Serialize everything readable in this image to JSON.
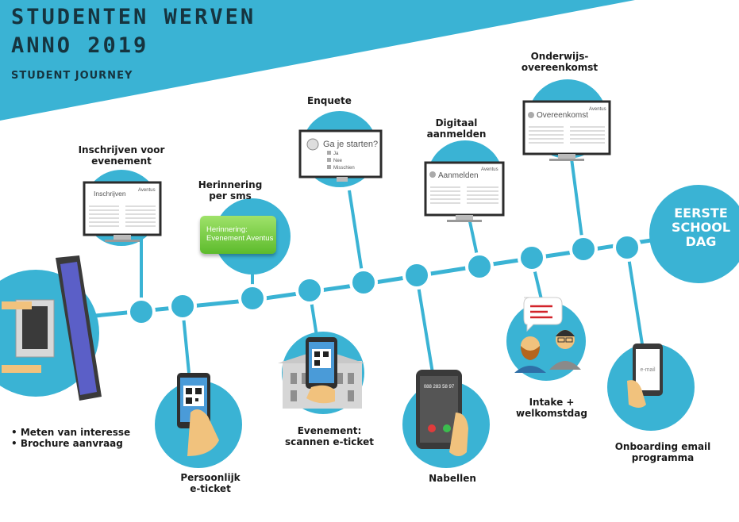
{
  "header": {
    "title_line1": "STUDENTEN WERVEN",
    "title_line2": "ANNO 2019",
    "subtitle": "STUDENT JOURNEY"
  },
  "steps": {
    "meten": {
      "line1": "• Meten van interesse",
      "line2": "• Brochure aanvraag"
    },
    "inschrijven": {
      "line1": "Inschrijven voor",
      "line2": "evenement"
    },
    "persoonlijk": {
      "line1": "Persoonlijk",
      "line2": "e-ticket"
    },
    "herinnering": {
      "line1": "Herinnering",
      "line2": "per sms"
    },
    "evenement": {
      "line1": "Evenement:",
      "line2": "scannen e-ticket"
    },
    "enquete": {
      "line1": "Enquete"
    },
    "nabellen": {
      "line1": "Nabellen"
    },
    "digitaal": {
      "line1": "Digitaal",
      "line2": "aanmelden"
    },
    "intake": {
      "line1": "Intake +",
      "line2": "welkomstdag"
    },
    "onderwijs": {
      "line1": "Onderwijs-",
      "line2": "overeenkomst"
    },
    "onboarding": {
      "line1": "Onboarding email",
      "line2": "programma"
    }
  },
  "screens": {
    "inschrijven_title": "Inschrijven",
    "inschrijven_brand": "Aventus",
    "aanmelden_title": "Aanmelden",
    "aanmelden_brand": "Aventus",
    "overeenkomst_title": "Overeenkomst",
    "overeenkomst_brand": "Aventus"
  },
  "sms": {
    "line1": "Herinnering:",
    "line2": "Evenement Aventus"
  },
  "survey": {
    "question": "Ga je starten?",
    "option1": "Ja",
    "option2": "Nee",
    "option3": "Misschien"
  },
  "phone_number": "088 283 58 97",
  "email_label": "e-mail",
  "finish": {
    "line1": "EERSTE",
    "line2": "SCHOOL",
    "line3": "DAG"
  },
  "colors": {
    "accent": "#3ab3d4",
    "dark": "#16343f",
    "sms_green": "#6cc93a",
    "red": "#d2232a"
  }
}
